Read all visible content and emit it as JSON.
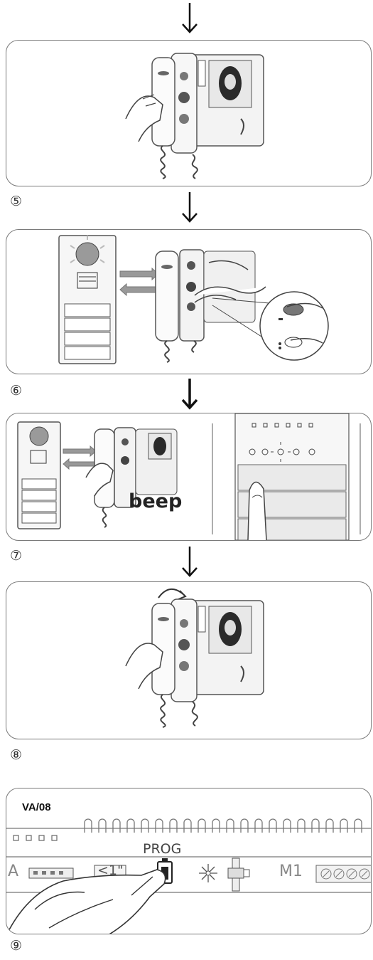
{
  "steps": {
    "s5": "⑤",
    "s6": "⑥",
    "s7": "⑦",
    "s8": "⑧",
    "s9": "⑨"
  },
  "panel7": {
    "beep_label": "beep"
  },
  "panel9": {
    "model_label": "VA/08",
    "prog_label": "PROG",
    "terminal_a": "A",
    "timer_label": "<1\"",
    "terminal_m1": "M1"
  }
}
